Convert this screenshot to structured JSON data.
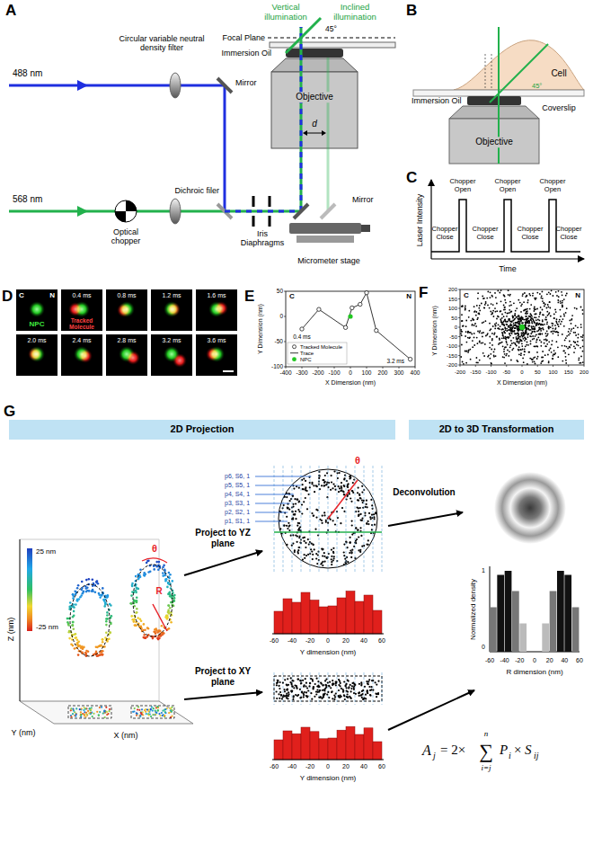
{
  "diagram": {
    "nodes": [
      {
        "text": [
          "2D Projection"
        ]
      },
      {
        "text": [
          "2D to 3D Transformation"
        ]
      }
    ],
    "labels": [
      "A",
      "Vertical illumination",
      "Inclined illumination",
      "45°",
      "Focal Plane",
      "Immersion Oil",
      "Objective",
      "d",
      "488 nm",
      "568 nm",
      "Circular variable neutral density filter",
      "Mirror",
      "Optical chopper",
      "Dichroic filer",
      "Iris Diaphragms",
      "Mirror",
      "Micrometer stage",
      "B",
      "Cell",
      "Coverslip",
      "Immersion Oil",
      "Objective",
      "45°",
      "C",
      "Laser Intensity",
      "Time",
      "Chopper Open",
      "Chopper Open",
      "Chopper Open",
      "Chopper Close",
      "Chopper Close",
      "Chopper Close",
      "Chopper Close",
      "D",
      "C",
      "N",
      "NPC",
      "Tracked Molecule",
      "0.4 ms",
      "0.8 ms",
      "1.2 ms",
      "1.6 ms",
      "2.0 ms",
      "2.4 ms",
      "2.8 ms",
      "3.2 ms",
      "3.6 ms",
      "E",
      "Y Dimension (nm)",
      "50",
      "0",
      "-50",
      "-100",
      "-400",
      "-300",
      "-200",
      "-100",
      "0",
      "100",
      "200",
      "300",
      "400",
      "X Dimension (nm)",
      "C",
      "N",
      "0.4 ms",
      "3.2 ms",
      "F",
      "Y Dimension (nm)",
      "200",
      "150",
      "100",
      "50",
      "0",
      "-50",
      "-100",
      "-150",
      "-200",
      "-200",
      "-150",
      "-100",
      "-50",
      "0",
      "50",
      "100",
      "150",
      "200",
      "X Dimension (nm)",
      "C",
      "N",
      "G",
      "Z (nm)",
      "25 nm",
      "-25 nm",
      "θ",
      "R",
      "Y (nm)",
      "X (nm)",
      "Project to YZ plane",
      "Project to XY plane",
      "θ",
      "p6, S6, 1",
      "p5, S5, 1",
      "p4, S4, 1",
      "p3, S3, 1",
      "p2, S2, 1",
      "p1, S1, 1",
      "-60",
      "-40",
      "-20",
      "0",
      "20",
      "40",
      "60",
      "Y dimension (nm)",
      "-60",
      "-40",
      "-20",
      "0",
      "20",
      "40",
      "60",
      "Y dimension (nm)",
      "Deconvolution",
      "1",
      "0",
      "Normalized density",
      "-60",
      "-40",
      "-20",
      "0",
      "20",
      "40",
      "60",
      "R dimension (nm)",
      "A",
      "j",
      "= 2×",
      "n",
      "∑",
      "i=j",
      "P",
      "i",
      "×",
      "S",
      "ij"
    ],
    "legend": [
      {
        "text": "Tracked Molecule"
      },
      {
        "text": "Trace"
      },
      {
        "text": "NPC"
      }
    ]
  }
}
